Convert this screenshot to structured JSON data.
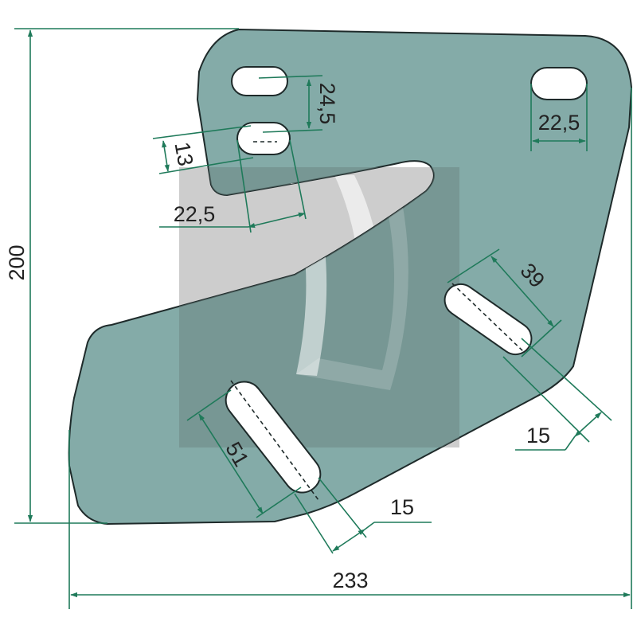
{
  "colors": {
    "plate_fill": "#84aba8",
    "plate_stroke": "#1e2a2a",
    "dimension_line": "#1f7a5a",
    "slot_fill": "#ffffff",
    "watermark_gray": "#bcbcbc",
    "watermark_dark": "#6d8683"
  },
  "dimensions": {
    "overall_height": "200",
    "overall_width": "233",
    "top_slots_vertical_spacing": "24,5",
    "top_slot_width_left": "13",
    "top_slot_length_left": "22,5",
    "top_slot_length_right": "22,5",
    "right_slot_length": "39",
    "right_slot_width": "15",
    "lower_slot_length": "51",
    "lower_slot_width": "15"
  }
}
